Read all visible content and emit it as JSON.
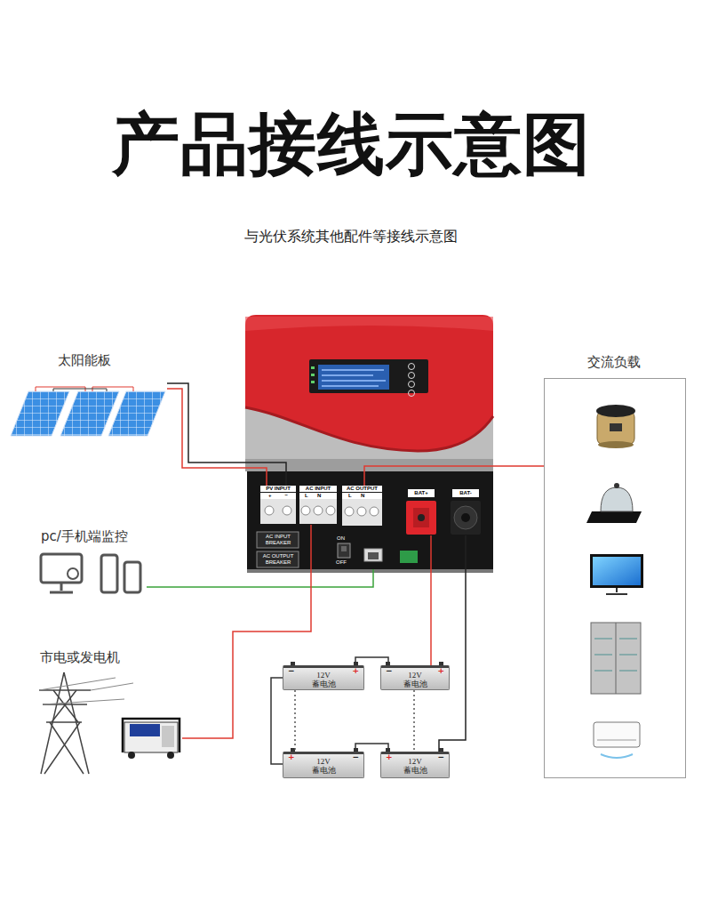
{
  "diagram": {
    "title": "产品接线示意图",
    "caption": "与光伏系统其他配件等接线示意图",
    "nodes": [
      {
        "text": [
          "太阳能板"
        ]
      },
      {
        "text": [
          "AC INPUT BREAKER",
          "AC OUTPUT BREAKER",
          "ON",
          "OFF"
        ]
      },
      {
        "text": [
          "PV INPUT",
          "+",
          "−"
        ],
        "in": 1
      },
      {
        "text": [
          "AC INPUT",
          "L",
          "N"
        ],
        "in": 1
      },
      {
        "text": [
          "AC OUTPUT",
          "L",
          "N"
        ],
        "in": 1
      },
      {
        "text": [
          "BAT+"
        ],
        "in": 1
      },
      {
        "text": [
          "BAT-"
        ],
        "in": 1
      },
      {
        "text": [
          "交流负载"
        ]
      },
      {
        "text": [
          "pc/手机端监控"
        ]
      },
      {
        "text": [
          "市电或发电机"
        ]
      },
      {
        "text": [
          "−",
          "+",
          "12V",
          "蓄电池"
        ]
      },
      {
        "text": [
          "−",
          "+",
          "12V",
          "蓄电池"
        ]
      },
      {
        "text": [
          "+",
          "−",
          "12V",
          "蓄电池"
        ]
      },
      {
        "text": [
          "+",
          "−",
          "12V",
          "蓄电池"
        ]
      }
    ],
    "edges": [
      {
        "from": 0,
        "to": 2,
        "arrow": "none"
      },
      {
        "from": 4,
        "to": 7,
        "arrow": "none"
      },
      {
        "from": 8,
        "to": 1,
        "arrow": "none"
      },
      {
        "from": 9,
        "to": 3,
        "arrow": "none"
      },
      {
        "from": 5,
        "to": 11,
        "arrow": "none"
      },
      {
        "from": 6,
        "to": 13,
        "arrow": "none"
      },
      {
        "from": 10,
        "to": 11,
        "arrow": "none"
      },
      {
        "from": 10,
        "to": 12,
        "arrow": "none"
      },
      {
        "from": 10,
        "to": 12,
        "arrow": "none"
      },
      {
        "from": 11,
        "to": 13,
        "arrow": "none"
      },
      {
        "from": 12,
        "to": 13,
        "arrow": "none"
      }
    ]
  }
}
